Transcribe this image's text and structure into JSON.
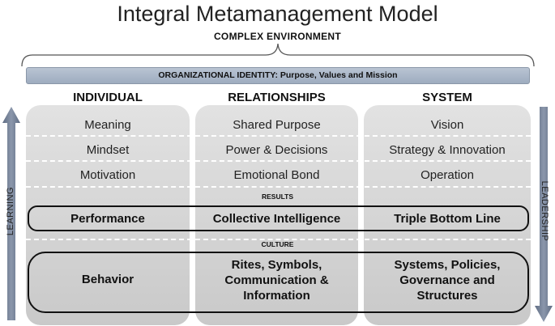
{
  "title": "Integral Metamanagement Model",
  "environment": "COMPLEX ENVIRONMENT",
  "identity": "ORGANIZATIONAL  IDENTITY: Purpose, Values and Mission",
  "side": {
    "left": "LEARNING",
    "right": "LEADERSHIP"
  },
  "columns": [
    {
      "header": "INDIVIDUAL",
      "rows": [
        "Meaning",
        "Mindset",
        "Motivation"
      ],
      "result": "Performance",
      "culture": "Behavior"
    },
    {
      "header": "RELATIONSHIPS",
      "rows": [
        "Shared Purpose",
        "Power & Decisions",
        "Emotional Bond"
      ],
      "result": "Collective Intelligence",
      "culture": "Rites, Symbols, Communication & Information"
    },
    {
      "header": "SYSTEM",
      "rows": [
        "Vision",
        "Strategy & Innovation",
        "Operation"
      ],
      "result": "Triple Bottom Line",
      "culture": "Systems, Policies, Governance and Structures"
    }
  ],
  "labels": {
    "results": "RESULTS",
    "culture": "CULTURE"
  },
  "colors": {
    "arrow": "#76839a",
    "identity_bar": "#a9b6c8",
    "column": "#d6d6d6"
  }
}
